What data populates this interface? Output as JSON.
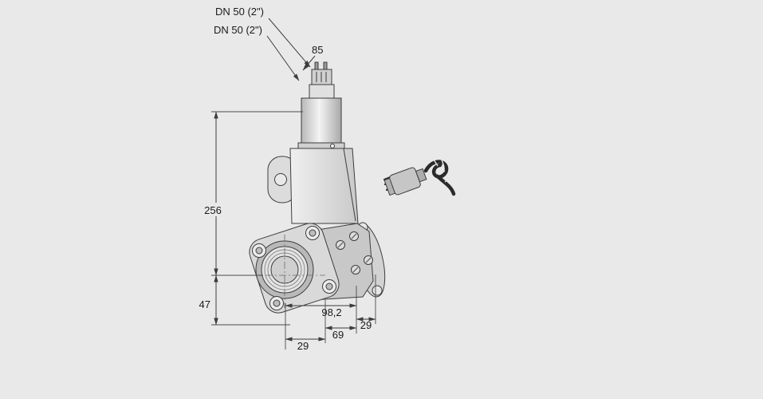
{
  "page": {
    "background": "#e9e9e9"
  },
  "drawing": {
    "kind": "valve-dimensional-drawing",
    "connection_labels": {
      "top": "DN 50 (2\")",
      "bottom": "DN 50 (2\")"
    },
    "dimensions": {
      "width_top": "85",
      "height_total": "256",
      "height_lower": "47",
      "depth_total": "98,2",
      "depth_mid": "69",
      "depth_right": "29",
      "depth_bottom": "29"
    },
    "colors": {
      "background": "#e9e9e9",
      "line": "#3d3d3d",
      "fill_light": "#f0f0f0",
      "fill_mid": "#d8d8d8",
      "fill_dark": "#bfbfbf"
    }
  }
}
